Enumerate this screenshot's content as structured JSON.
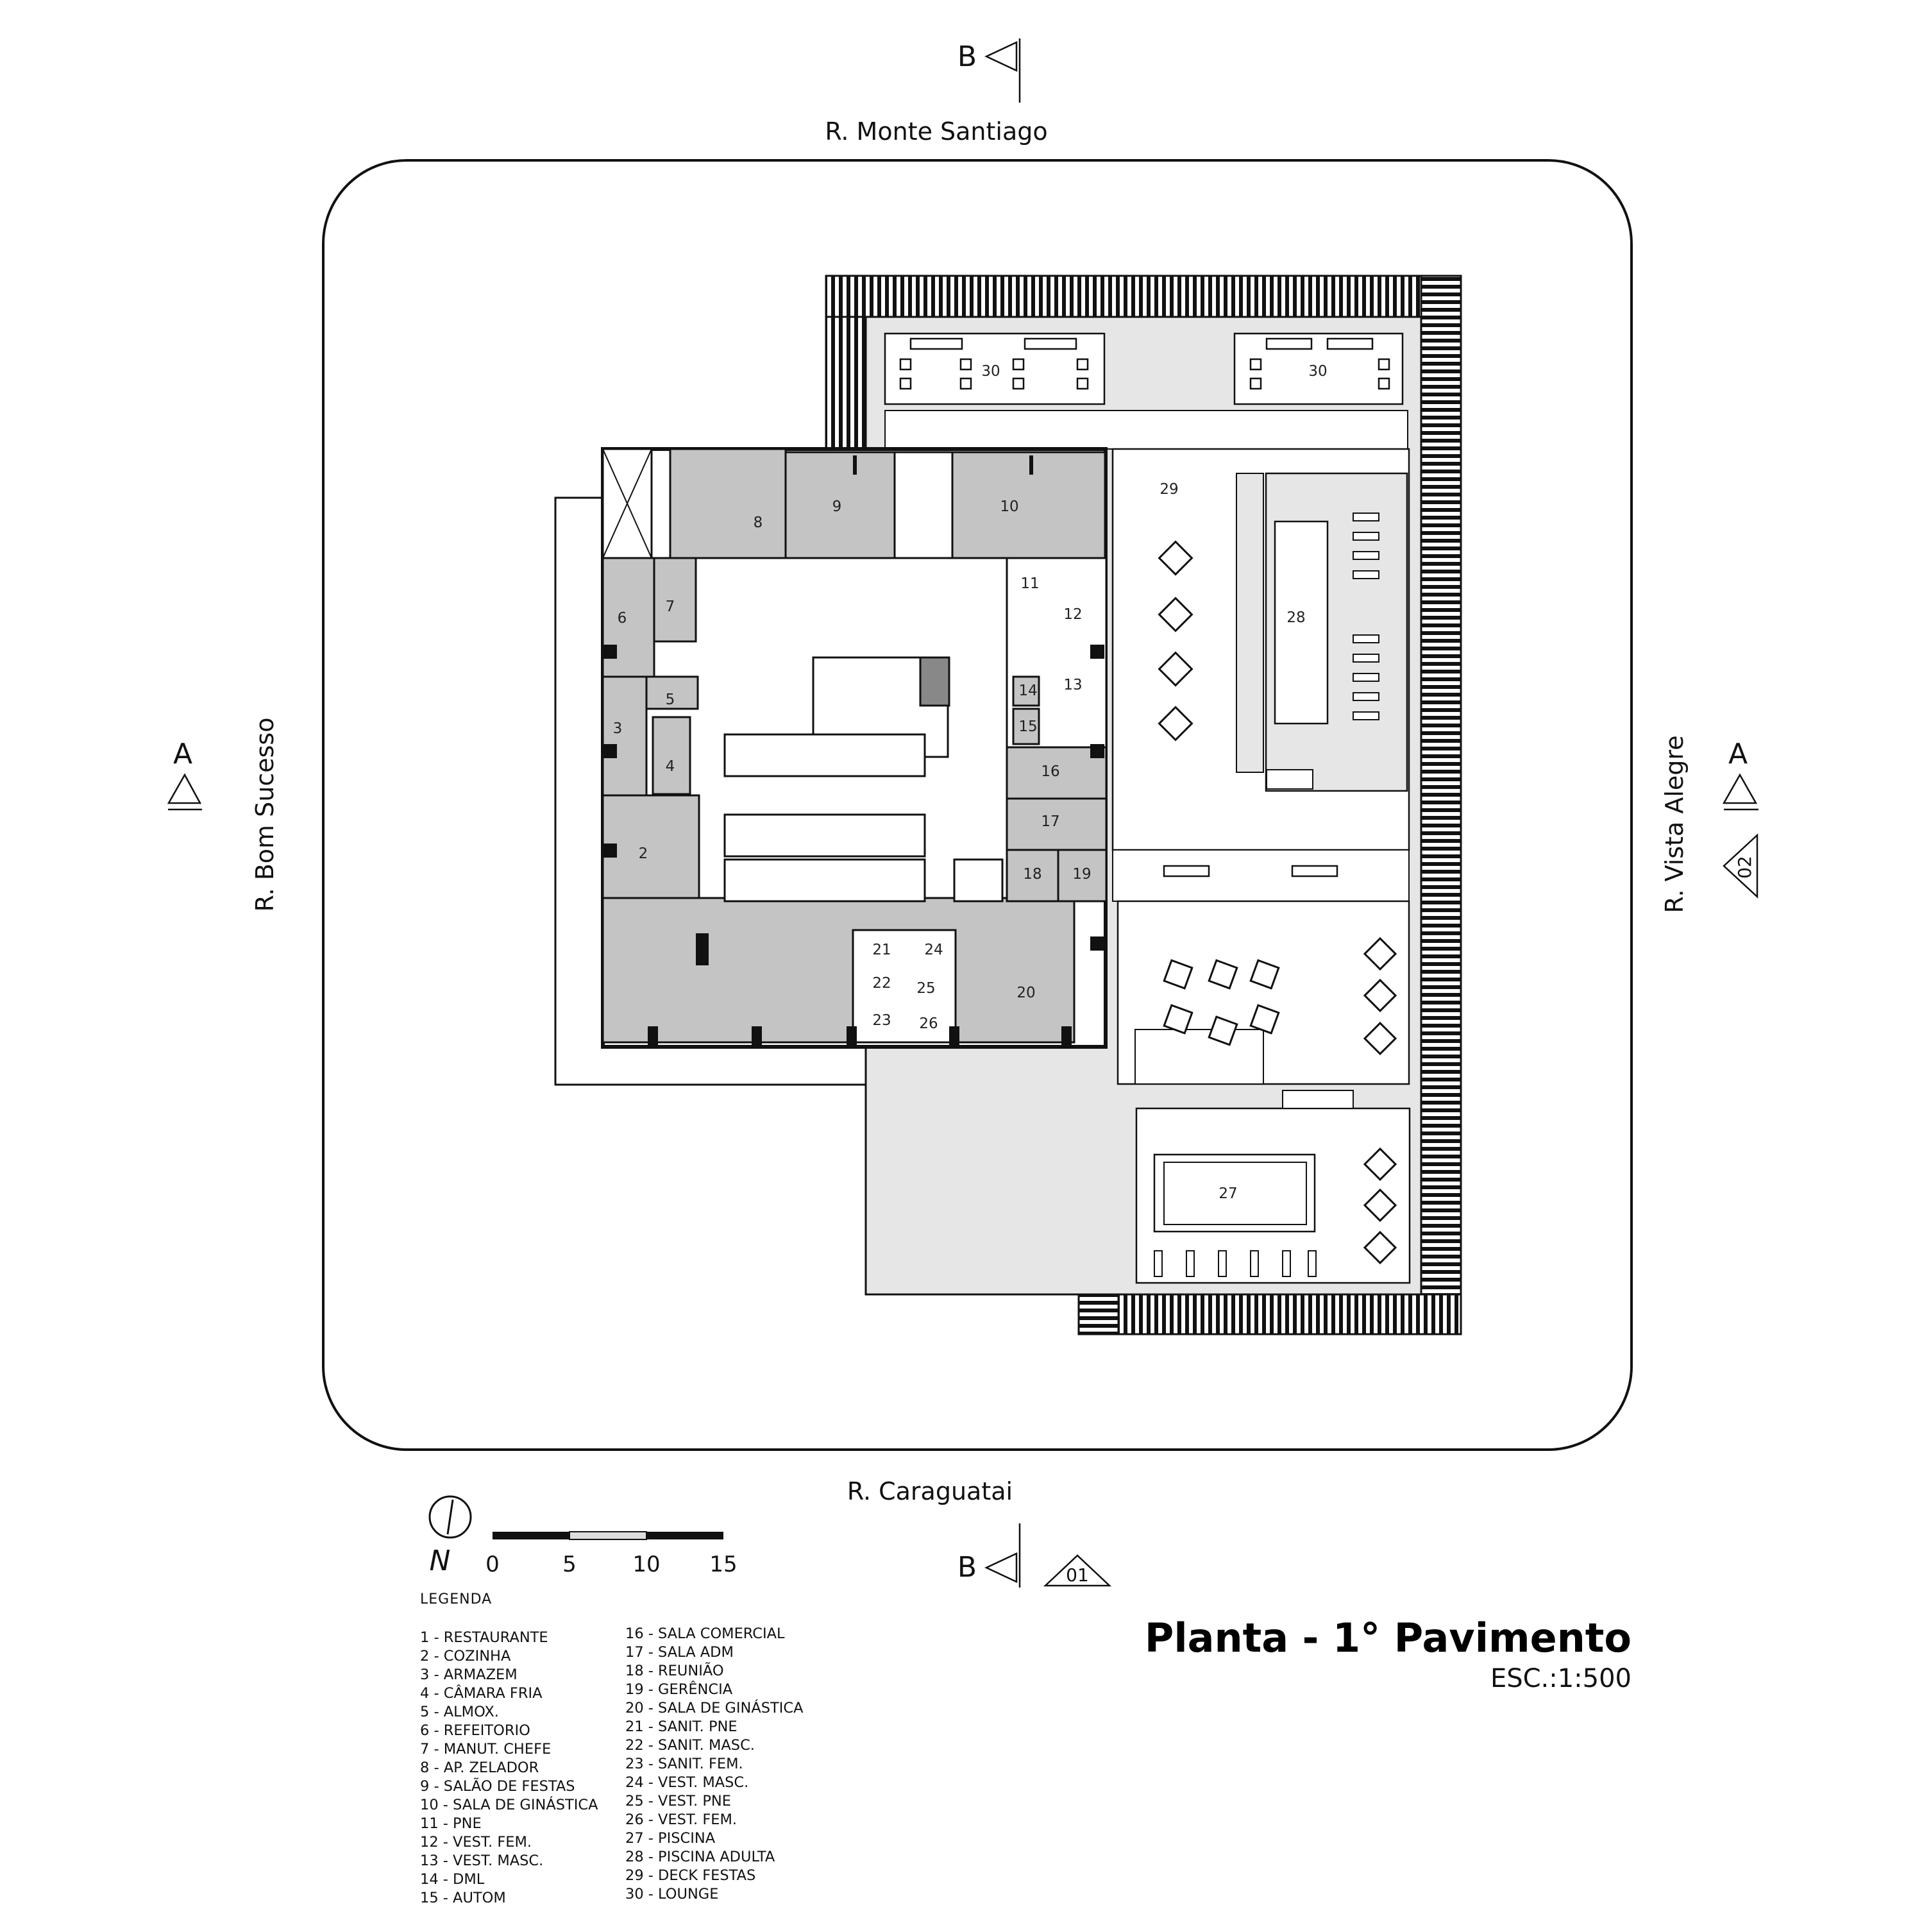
{
  "streets": {
    "north": "R. Monte Santiago",
    "south": "R. Caraguatai",
    "west": "R. Bom Sucesso",
    "east": "R. Vista Alegre"
  },
  "section_marks": {
    "b_top": "B",
    "b_bottom": "B",
    "a_left": "A",
    "a_right": "A",
    "elevation_01": "01",
    "elevation_02": "02"
  },
  "north_arrow": {
    "label": "N",
    "icon": "north-arrow-icon"
  },
  "scale_bar": {
    "ticks": [
      "0",
      "5",
      "10",
      "15"
    ]
  },
  "rooms": [
    "2",
    "3",
    "4",
    "5",
    "6",
    "7",
    "8",
    "9",
    "10",
    "11",
    "12",
    "13",
    "14",
    "15",
    "16",
    "17",
    "18",
    "19",
    "20",
    "21",
    "22",
    "23",
    "24",
    "25",
    "26",
    "27",
    "28",
    "29",
    "30",
    "30"
  ],
  "legend": {
    "title": "LEGENDA",
    "col1": [
      "1 - RESTAURANTE",
      "2 - COZINHA",
      "3 - ARMAZEM",
      "4 - CÂMARA FRIA",
      "5 - ALMOX.",
      "6 - REFEITORIO",
      "7 - MANUT. CHEFE",
      "8 - AP. ZELADOR",
      "9 - SALÃO DE FESTAS",
      "10 - SALA DE GINÁSTICA",
      "11 - PNE",
      "12 - VEST. FEM.",
      "13 - VEST. MASC.",
      "14 - DML",
      "15 - AUTOM"
    ],
    "col2": [
      "16 - SALA COMERCIAL",
      "17 - SALA ADM",
      "18 - REUNIÃO",
      "19 - GERÊNCIA",
      "20 - SALA DE GINÁSTICA",
      "21 - SANIT. PNE",
      "22 - SANIT. MASC.",
      "23 - SANIT. FEM.",
      "24 - VEST. MASC.",
      "25 - VEST. PNE",
      "26 - VEST. FEM.",
      "27 - PISCINA",
      "28 - PISCINA ADULTA",
      "29 - DECK FESTAS",
      "30 - LOUNGE"
    ]
  },
  "title": "Planta - 1° Pavimento",
  "scale_text": "ESC.:1:500",
  "colors": {
    "room_fill": "#c4c4c4",
    "deck_fill": "#e6e6e6",
    "wall": "#111111"
  }
}
